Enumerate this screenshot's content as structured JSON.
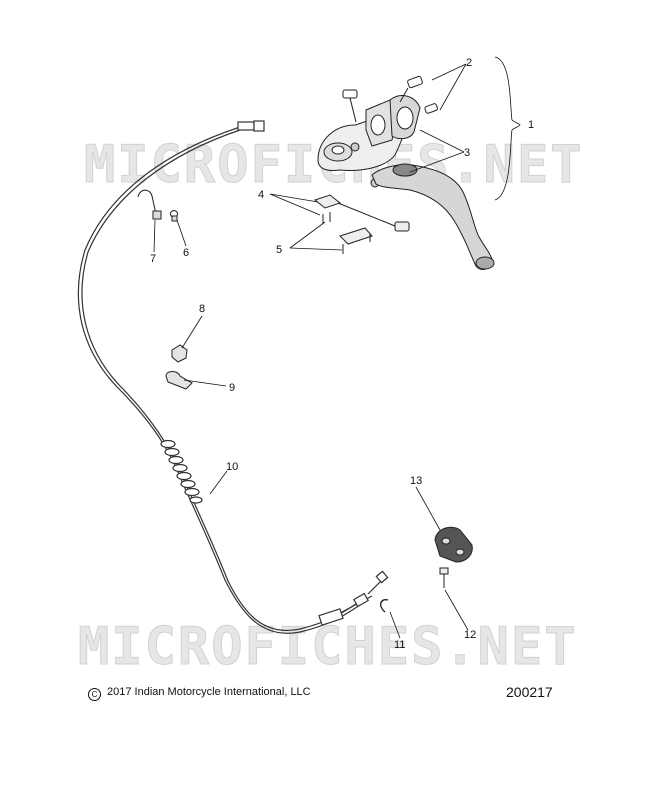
{
  "watermark": {
    "text": "MICROFICHES.NET"
  },
  "callouts": [
    {
      "id": "1",
      "label": "1"
    },
    {
      "id": "2",
      "label": "2"
    },
    {
      "id": "3",
      "label": "3"
    },
    {
      "id": "4",
      "label": "4"
    },
    {
      "id": "5",
      "label": "5"
    },
    {
      "id": "6",
      "label": "6"
    },
    {
      "id": "7",
      "label": "7"
    },
    {
      "id": "8",
      "label": "8"
    },
    {
      "id": "9",
      "label": "9"
    },
    {
      "id": "10",
      "label": "10"
    },
    {
      "id": "11",
      "label": "11"
    },
    {
      "id": "12",
      "label": "12"
    },
    {
      "id": "13",
      "label": "13"
    }
  ],
  "footer": {
    "copyright_symbol": "C",
    "copyright_text": "2017 Indian Motorcycle International, LLC",
    "figure_number": "200217"
  }
}
